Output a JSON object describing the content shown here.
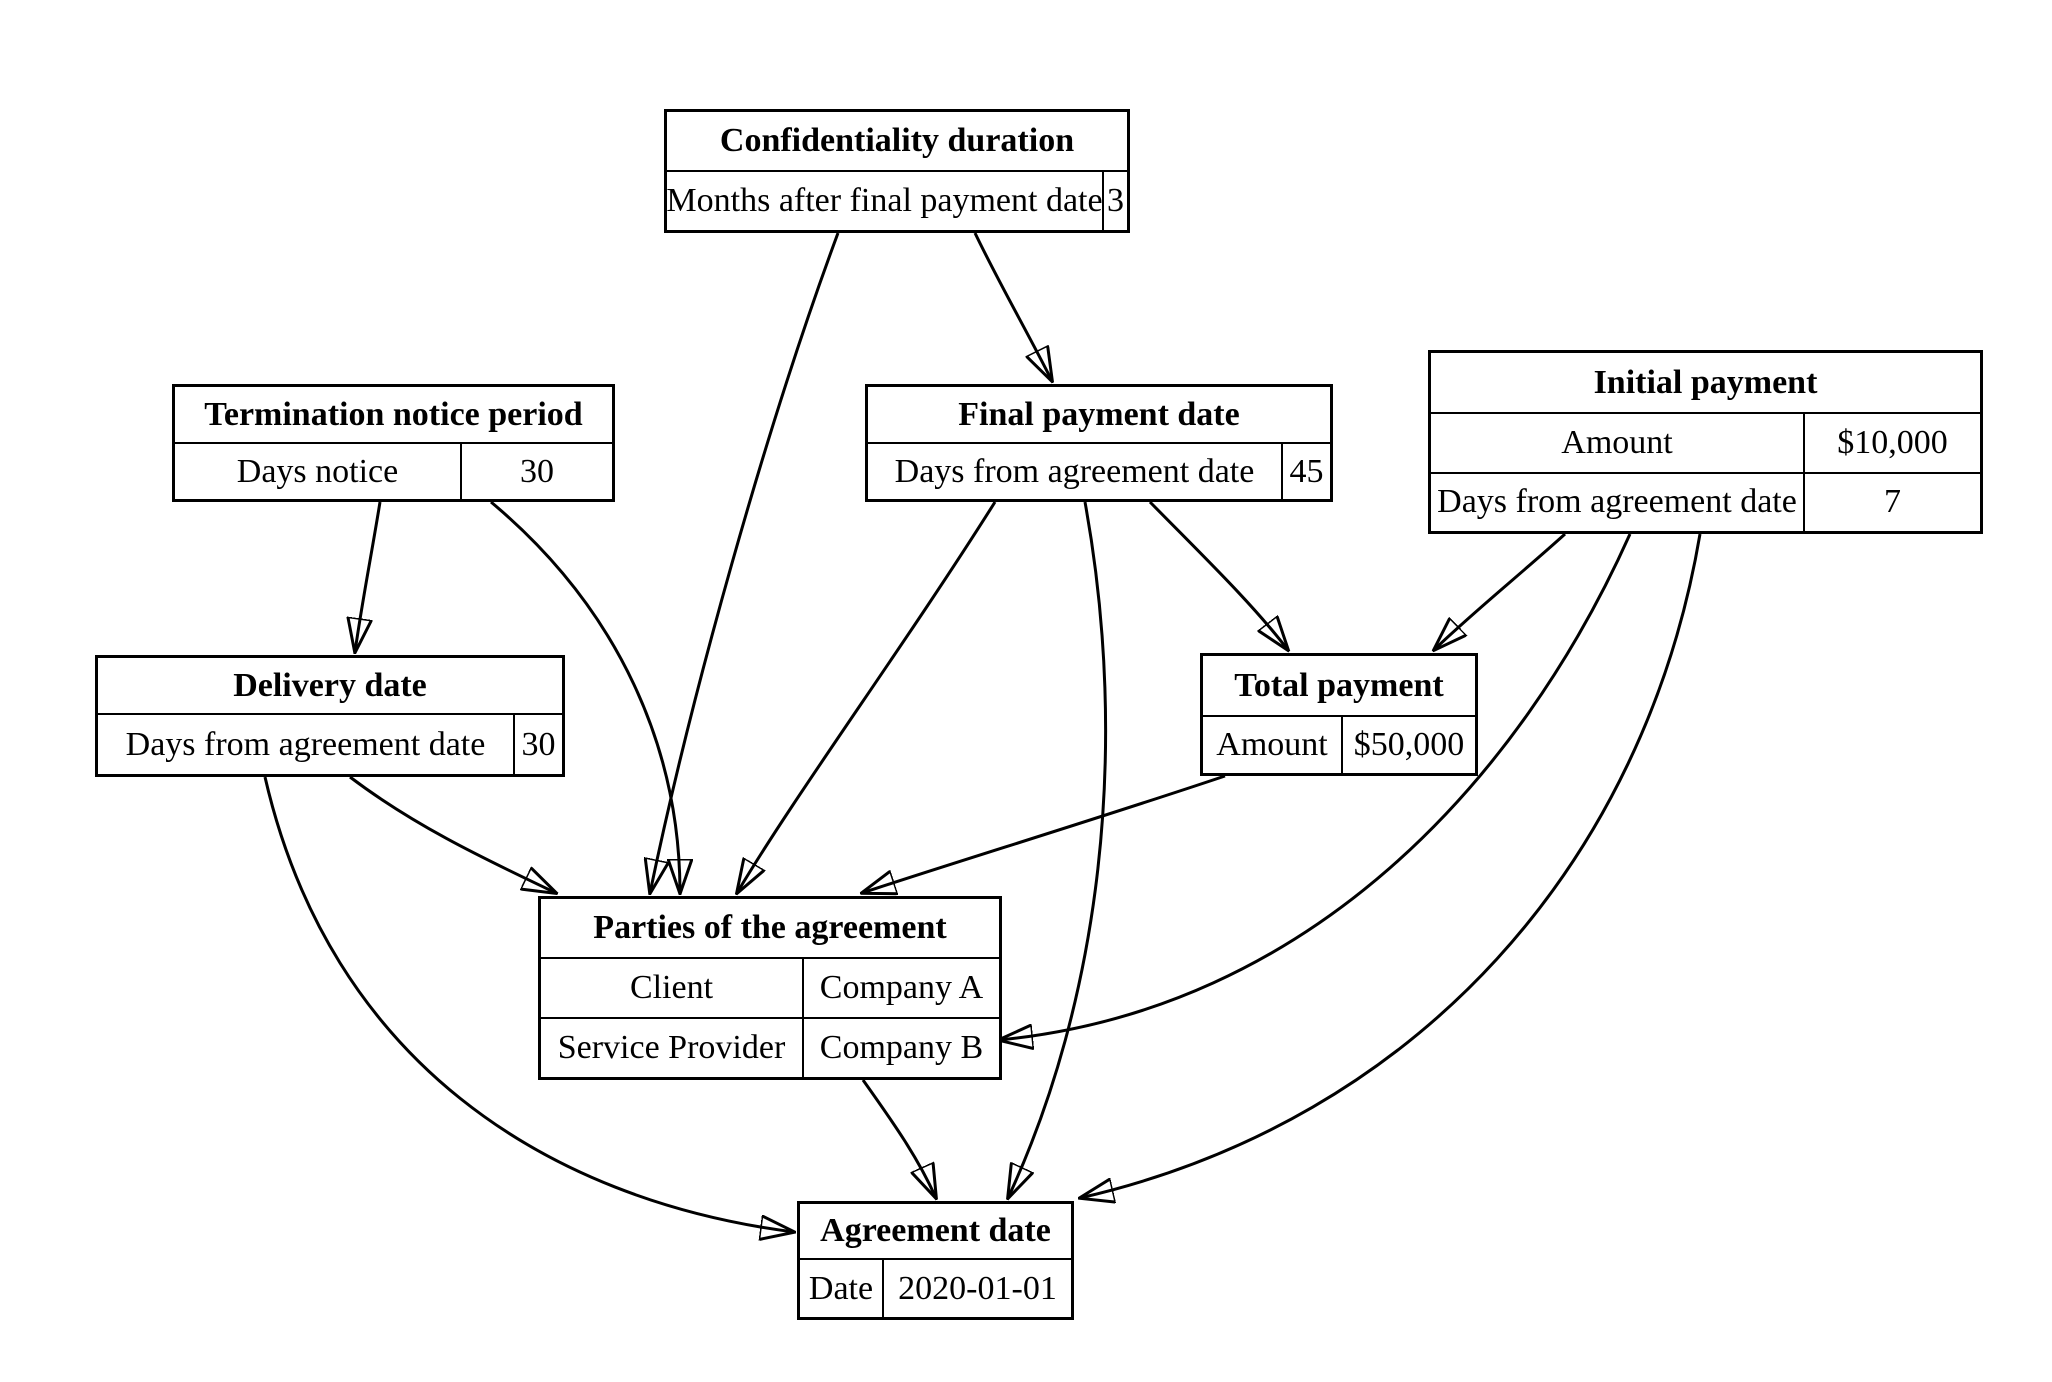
{
  "diagram": {
    "background_color": "#ffffff",
    "line_color": "#000000",
    "nodes": {
      "confidentiality_duration": {
        "title": "Confidentiality duration",
        "rows": [
          {
            "label": "Months after final payment date",
            "value": "3"
          }
        ]
      },
      "termination_notice_period": {
        "title": "Termination notice period",
        "rows": [
          {
            "label": "Days notice",
            "value": "30"
          }
        ]
      },
      "final_payment_date": {
        "title": "Final payment date",
        "rows": [
          {
            "label": "Days from agreement date",
            "value": "45"
          }
        ]
      },
      "initial_payment": {
        "title": "Initial payment",
        "rows": [
          {
            "label": "Amount",
            "value": "$10,000"
          },
          {
            "label": "Days from agreement date",
            "value": "7"
          }
        ]
      },
      "delivery_date": {
        "title": "Delivery date",
        "rows": [
          {
            "label": "Days from agreement date",
            "value": "30"
          }
        ]
      },
      "total_payment": {
        "title": "Total payment",
        "rows": [
          {
            "label": "Amount",
            "value": "$50,000"
          }
        ]
      },
      "parties_of_the_agreement": {
        "title": "Parties of the agreement",
        "rows": [
          {
            "label": "Client",
            "value": "Company A"
          },
          {
            "label": "Service Provider",
            "value": "Company B"
          }
        ]
      },
      "agreement_date": {
        "title": "Agreement date",
        "rows": [
          {
            "label": "Date",
            "value": "2020-01-01"
          }
        ]
      }
    },
    "edges": [
      {
        "from": "confidentiality_duration",
        "to": "final_payment_date"
      },
      {
        "from": "confidentiality_duration",
        "to": "parties_of_the_agreement"
      },
      {
        "from": "termination_notice_period",
        "to": "delivery_date"
      },
      {
        "from": "termination_notice_period",
        "to": "parties_of_the_agreement"
      },
      {
        "from": "final_payment_date",
        "to": "parties_of_the_agreement"
      },
      {
        "from": "final_payment_date",
        "to": "total_payment"
      },
      {
        "from": "final_payment_date",
        "to": "agreement_date"
      },
      {
        "from": "initial_payment",
        "to": "total_payment"
      },
      {
        "from": "initial_payment",
        "to": "parties_of_the_agreement"
      },
      {
        "from": "initial_payment",
        "to": "agreement_date"
      },
      {
        "from": "delivery_date",
        "to": "parties_of_the_agreement"
      },
      {
        "from": "delivery_date",
        "to": "agreement_date"
      },
      {
        "from": "total_payment",
        "to": "parties_of_the_agreement"
      },
      {
        "from": "parties_of_the_agreement",
        "to": "agreement_date"
      }
    ]
  }
}
